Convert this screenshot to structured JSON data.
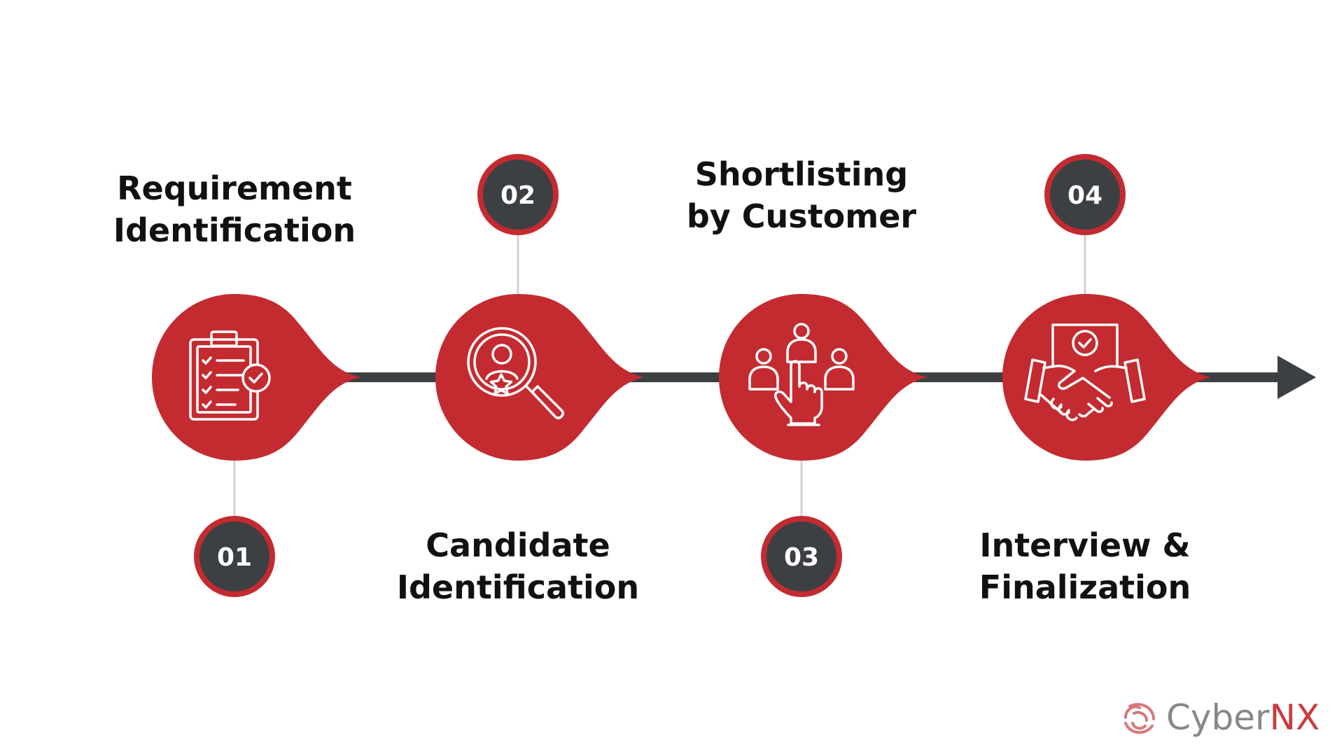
{
  "steps": [
    {
      "number": "01",
      "title_lines": [
        "Requirement",
        "Identification"
      ],
      "icon": "clipboard-checklist-icon"
    },
    {
      "number": "02",
      "title_lines": [
        "Candidate",
        "Identification"
      ],
      "icon": "candidate-search-icon"
    },
    {
      "number": "03",
      "title_lines": [
        "Shortlisting",
        "by Customer"
      ],
      "icon": "select-person-icon"
    },
    {
      "number": "04",
      "title_lines": [
        "Interview &",
        "Finalization"
      ],
      "icon": "handshake-approval-icon"
    }
  ],
  "brand": {
    "name_prefix": "Cyber",
    "name_suffix": "NX"
  },
  "colors": {
    "accent": "#c32b30",
    "dark": "#3d4043",
    "connector": "#d2d2d2",
    "text": "#111111",
    "brand_gray": "#888888",
    "brand_red": "#c93c3f"
  }
}
